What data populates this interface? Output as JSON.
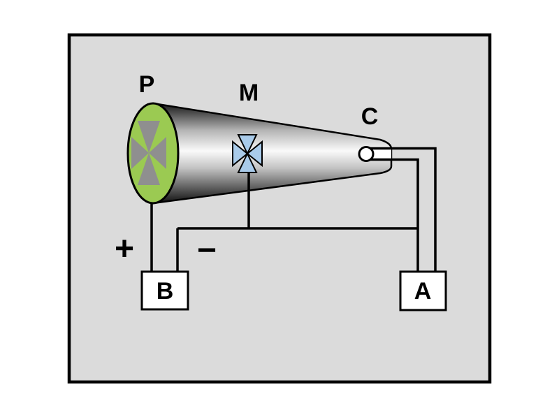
{
  "diagram": {
    "labels": {
      "label_p": "P",
      "label_m": "M",
      "label_c": "C",
      "plus": "+",
      "minus": "−",
      "box_b": "B",
      "box_a": "A"
    },
    "colors": {
      "page_bg": "#ffffff",
      "panel_bg": "#dbdbdb",
      "panel_border": "#000000",
      "wire": "#000000",
      "screen_green": "#9bca52",
      "cross_shadow_gray": "#8f8f8f",
      "cross_blue": "#a9cbea",
      "outline_black": "#000000",
      "box_fill": "#ffffff",
      "neck_fill": "#ffffff",
      "label_color": "#000000"
    }
  }
}
